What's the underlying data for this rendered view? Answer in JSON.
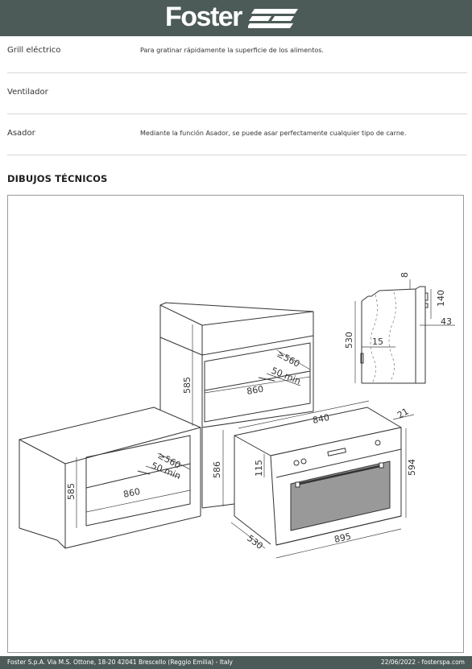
{
  "brand": {
    "name": "Foster"
  },
  "features": [
    {
      "label": "Grill eléctrico",
      "description": "Para gratinar rápidamente la superficie de los alimentos."
    },
    {
      "label": "Ventilador",
      "description": ""
    },
    {
      "label": "Asador",
      "description": "Mediante la función Asador, se puede asar perfectamente cualquier tipo de carne."
    }
  ],
  "section": {
    "title": "DIBUJOS TÉCNICOS"
  },
  "dimensions": {
    "tall_unit": {
      "depth": "≥560",
      "gap": "50 min",
      "width": "860",
      "height": "585"
    },
    "low_unit": {
      "depth": "≥560",
      "gap": "50 min",
      "width": "860",
      "height": "585"
    },
    "cutout_height": "586",
    "oven": {
      "width": "895",
      "depth": "530",
      "top_width": "840",
      "panel": "115",
      "height": "594",
      "side": "21"
    },
    "side_view": {
      "top": "8",
      "top_right": "140",
      "height": "530",
      "lip": "15",
      "right": "43"
    }
  },
  "footer": {
    "left": "Foster S.p.A. Via M.S. Ottone, 18-20 42041 Brescello (Reggio Emilia) - Italy",
    "right": "22/06/2022 - fosterspa.com"
  }
}
